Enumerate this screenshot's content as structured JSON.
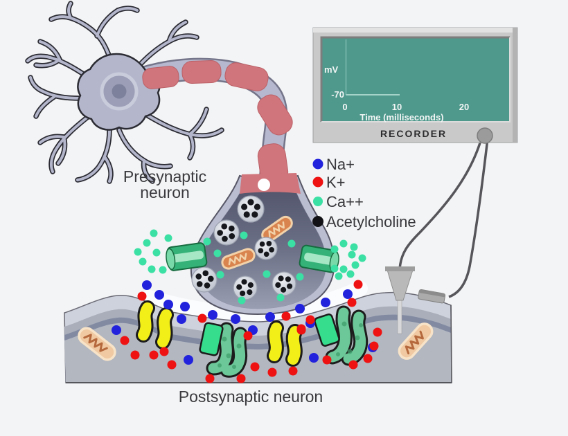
{
  "labels": {
    "presynaptic_line1": "Presynaptic",
    "presynaptic_line2": "neuron",
    "postsynaptic": "Postsynaptic neuron"
  },
  "legend": {
    "items": [
      {
        "label": "Na+",
        "color": "#2222dd"
      },
      {
        "label": "K+",
        "color": "#ee1212"
      },
      {
        "label": "Ca++",
        "color": "#3be0a5"
      },
      {
        "label": "Acetylcholine",
        "color": "#121216"
      }
    ]
  },
  "recorder": {
    "label": "RECORDER",
    "screen_color": "#4f988c",
    "y_axis_label": "mV",
    "y_tick_label": "-70",
    "x_tick_labels": [
      "0",
      "10",
      "20"
    ],
    "x_axis_label": "Time (milliseconds)",
    "trace": {
      "resting_potential_mv": -70,
      "trace_start_ms": 0,
      "trace_end_ms": 10
    }
  },
  "particles": {
    "ca": {
      "name": "Ca++",
      "color": "#3be0a5",
      "radius": 5.5,
      "points": [
        [
          222,
          337
        ],
        [
          243,
          344
        ],
        [
          212,
          351
        ],
        [
          199,
          364
        ],
        [
          226,
          365
        ],
        [
          206,
          378
        ],
        [
          219,
          389
        ],
        [
          235,
          390
        ],
        [
          483,
          360
        ],
        [
          496,
          352
        ],
        [
          511,
          357
        ],
        [
          523,
          373
        ],
        [
          508,
          368
        ],
        [
          513,
          383
        ],
        [
          483,
          388
        ],
        [
          496,
          389
        ],
        [
          489,
          399
        ],
        [
          506,
          396
        ],
        [
          299,
          349
        ],
        [
          314,
          366
        ],
        [
          318,
          397
        ],
        [
          349,
          434
        ],
        [
          385,
          396
        ],
        [
          433,
          400
        ],
        [
          421,
          352
        ],
        [
          352,
          340
        ],
        [
          405,
          430
        ]
      ]
    },
    "na": {
      "name": "Na+",
      "color": "#2222dd",
      "radius": 7,
      "points": [
        [
          212,
          412
        ],
        [
          230,
          426
        ],
        [
          168,
          477
        ],
        [
          243,
          440
        ],
        [
          267,
          443
        ],
        [
          262,
          461
        ],
        [
          307,
          455
        ],
        [
          340,
          461
        ],
        [
          365,
          477
        ],
        [
          390,
          458
        ],
        [
          433,
          446
        ],
        [
          448,
          467
        ],
        [
          470,
          437
        ],
        [
          502,
          425
        ],
        [
          272,
          520
        ],
        [
          453,
          517
        ],
        [
          538,
          502
        ]
      ]
    },
    "k": {
      "name": "K+",
      "color": "#ee1212",
      "radius": 6.5,
      "points": [
        [
          205,
          428
        ],
        [
          292,
          460
        ],
        [
          358,
          485
        ],
        [
          413,
          457
        ],
        [
          435,
          475
        ],
        [
          448,
          462
        ],
        [
          508,
          437
        ],
        [
          517,
          411
        ],
        [
          180,
          492
        ],
        [
          195,
          513
        ],
        [
          222,
          513
        ],
        [
          237,
          508
        ],
        [
          248,
          527
        ],
        [
          303,
          547
        ],
        [
          348,
          547
        ],
        [
          368,
          530
        ],
        [
          393,
          538
        ],
        [
          423,
          536
        ],
        [
          472,
          520
        ],
        [
          510,
          527
        ],
        [
          531,
          518
        ],
        [
          545,
          480
        ],
        [
          540,
          500
        ],
        [
          435,
          477
        ]
      ]
    }
  },
  "vesicles": {
    "fill_note": "synaptic vesicles holding acetylcholine",
    "dot_color": "#15171c",
    "dots_per_vesicle": 5,
    "positions": [
      [
        362,
        302,
        19
      ],
      [
        327,
        336,
        18
      ],
      [
        384,
        359,
        16
      ],
      [
        295,
        404,
        18
      ],
      [
        354,
        416,
        17
      ],
      [
        410,
        410,
        17
      ]
    ]
  }
}
